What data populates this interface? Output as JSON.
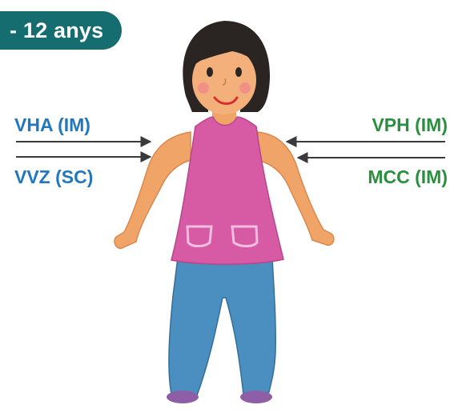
{
  "badge": {
    "text": "- 12 anys"
  },
  "colors": {
    "badge_bg": "#156d6f",
    "left_labels": "#2277bd",
    "right_labels": "#2a8f3e",
    "arrows": "#3a3a3a"
  },
  "vaccines": {
    "left": [
      {
        "label": "VHA (IM)"
      },
      {
        "label": "VVZ (SC)"
      }
    ],
    "right": [
      {
        "label": "VPH (IM)"
      },
      {
        "label": "MCC (IM)"
      }
    ]
  },
  "illustration": {
    "icon": "child-drawing-icon"
  }
}
